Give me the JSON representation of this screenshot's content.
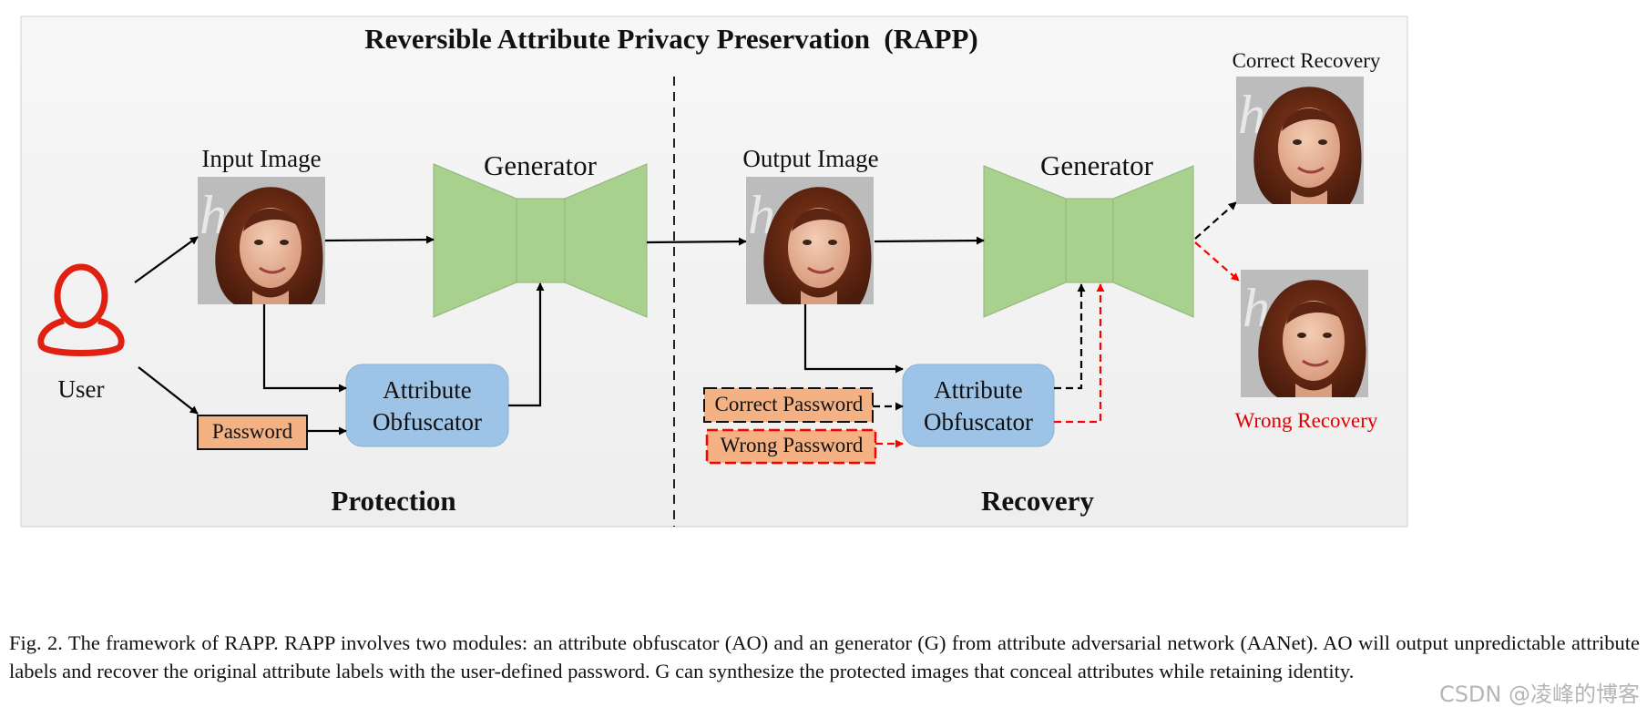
{
  "figure": {
    "title": "Reversible Attribute Privacy Preservation  (RAPP)",
    "user_label": "User",
    "input_image_label": "Input Image",
    "output_image_label": "Output Image",
    "generator_label": "Generator",
    "password_label": "Password",
    "ao_line1": "Attribute",
    "ao_line2": "Obfuscator",
    "correct_password_label": "Correct Password",
    "wrong_password_label": "Wrong Password",
    "correct_recovery_label": "Correct Recovery",
    "wrong_recovery_label": "Wrong Recovery",
    "protection_label": "Protection",
    "recovery_label": "Recovery"
  },
  "caption": {
    "text": "Fig. 2.   The framework of RAPP. RAPP involves two modules: an attribute obfuscator (AO) and an generator (G) from attribute adversarial network (AANet). AO will output unpredictable attribute labels and recover the original attribute labels with the user-defined password. G can synthesize the protected images that conceal attributes while retaining identity."
  },
  "watermark": "CSDN @凌峰的博客",
  "colors": {
    "panel_bg": "#f3f3f3",
    "generator_fill": "#a9d18e",
    "ao_fill": "#9dc3e6",
    "password_fill": "#f4b183",
    "user_icon": "#e02010",
    "wrong_red": "#ff0000"
  }
}
